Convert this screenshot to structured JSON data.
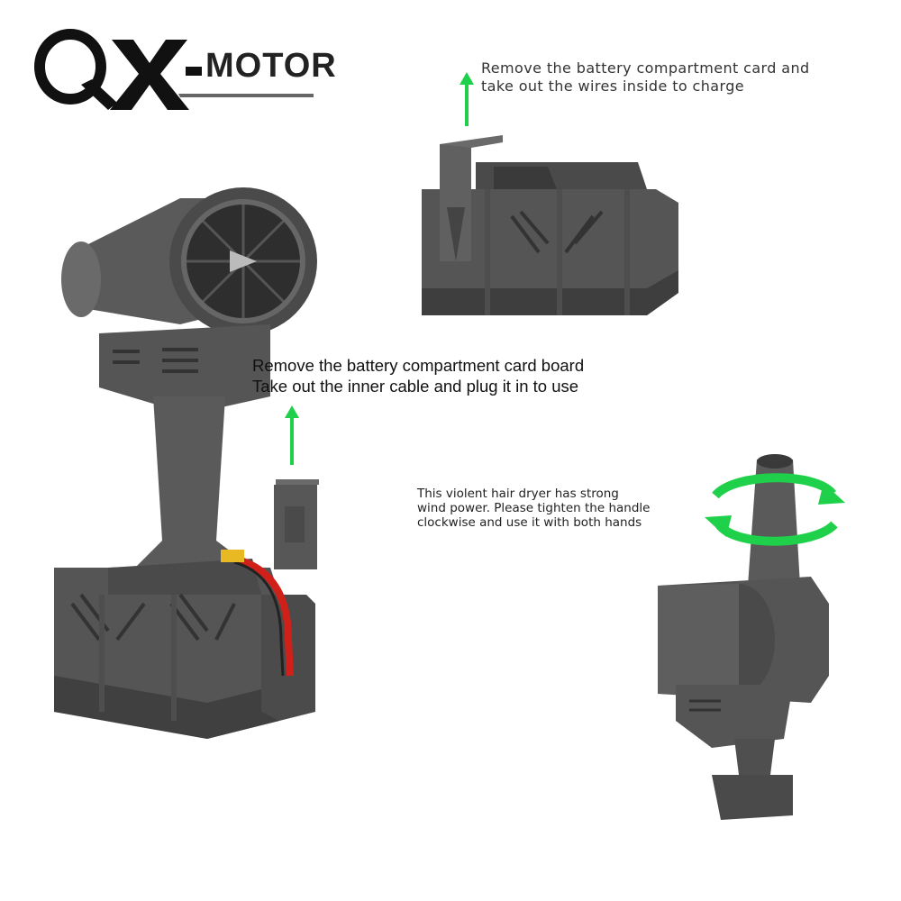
{
  "brand": {
    "logo_text": "QX-MOTOR"
  },
  "instructions": {
    "top": {
      "line1": "Remove the battery compartment card and",
      "line2": "take out the wires inside to charge"
    },
    "middle": {
      "line1": "Remove the battery compartment card board",
      "line2": "Take out the inner cable and plug it in to use"
    },
    "right": {
      "line1": "This violent hair dryer has strong",
      "line2": "wind power. Please tighten the handle",
      "line3": "clockwise and use it with both hands"
    }
  },
  "colors": {
    "body_gray": "#5a5a5a",
    "dark_gray": "#3c3c3c",
    "light_gray": "#727272",
    "arrow_green": "#1fd14a",
    "cable_red": "#d0201a",
    "connector_yellow": "#e8b923"
  },
  "icons": [
    "up-arrow-icon",
    "rotate-clockwise-icon"
  ]
}
